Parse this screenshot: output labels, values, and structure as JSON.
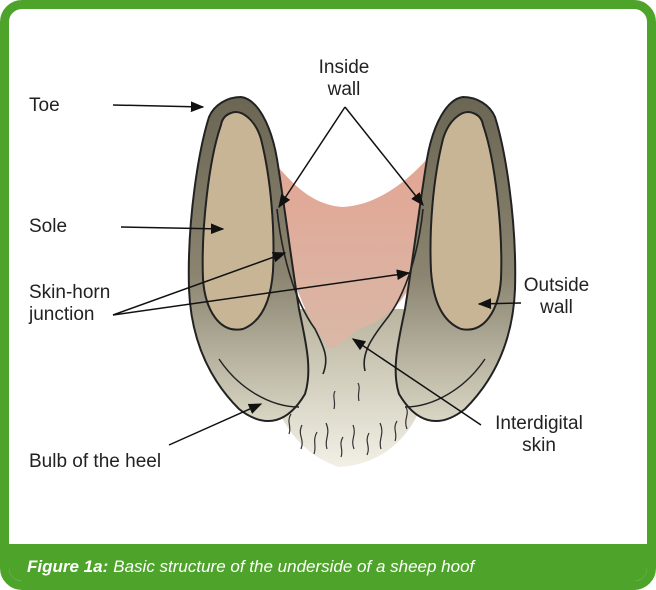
{
  "labels": {
    "toe": "Toe",
    "inside_wall_1": "Inside",
    "inside_wall_2": "wall",
    "sole": "Sole",
    "skin_horn_1": "Skin-horn",
    "skin_horn_2": "junction",
    "outside_wall_1": "Outside",
    "outside_wall_2": "wall",
    "interdigital_1": "Interdigital",
    "interdigital_2": "skin",
    "bulb": "Bulb of the heel"
  },
  "caption": {
    "figure_label": "Figure 1a:",
    "text": "Basic structure of the underside of a sheep hoof"
  },
  "colors": {
    "frame_green": "#4ea42a",
    "wall_dark": "#7a745f",
    "sole_tan": "#c8b596",
    "interdigital_pink": "#dfa796",
    "heel_pale": "#d6d2c1"
  }
}
